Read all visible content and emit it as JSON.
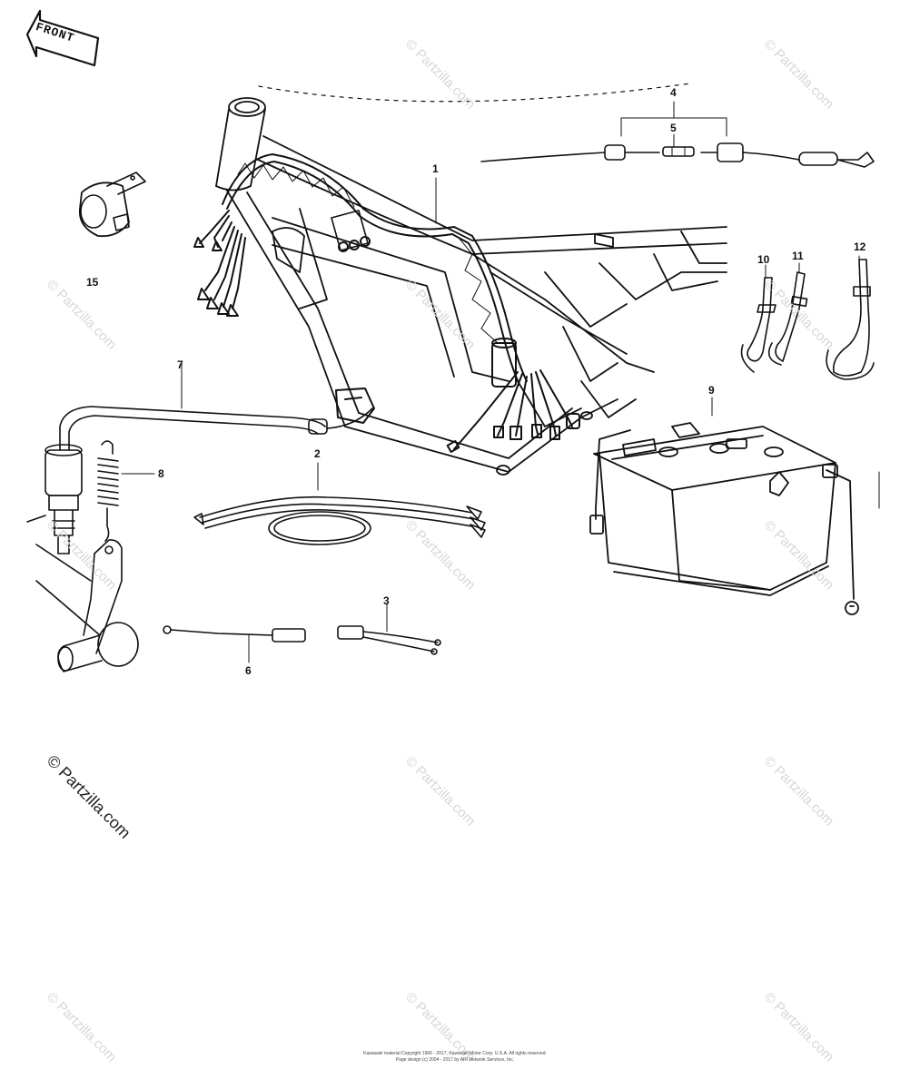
{
  "front_label": "FRONT",
  "callouts": {
    "c1": "1",
    "c2": "2",
    "c3": "3",
    "c4": "4",
    "c5": "5",
    "c6": "6",
    "c7": "7",
    "c8": "8",
    "c9": "9",
    "c10": "10",
    "c11": "11",
    "c12": "12",
    "c15": "15"
  },
  "watermark": {
    "text": "© Partzilla.com"
  },
  "footer": {
    "line1": "Kawasaki material Copyright 1966 - 2017, Kawasaki Motor Corp. U.S.A. All rights reserved.",
    "line2": "Page design (c) 2004 - 2017 by ARI Network Services, Inc."
  },
  "colors": {
    "line": "#111111",
    "watermark": "#d6d6d6"
  }
}
